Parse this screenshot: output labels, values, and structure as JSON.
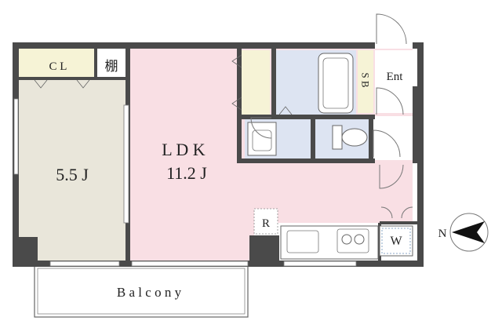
{
  "rooms": {
    "closet": "C L",
    "shelf": "棚",
    "bedroom_size": "5.5 J",
    "ldk_name": "L D K",
    "ldk_size": "11.2 J",
    "shoe_box": "S B",
    "entrance": "Ent",
    "refrigerator": "R",
    "washer": "W",
    "balcony": "B a l c o n y"
  },
  "compass": {
    "label": "N",
    "direction": "west"
  },
  "colors": {
    "ldk": "#f9dfe4",
    "bedroom": "#e9e6da",
    "closet": "#f6f3d6",
    "bath": "#dde4f2",
    "wall": "#4a4a4a"
  }
}
